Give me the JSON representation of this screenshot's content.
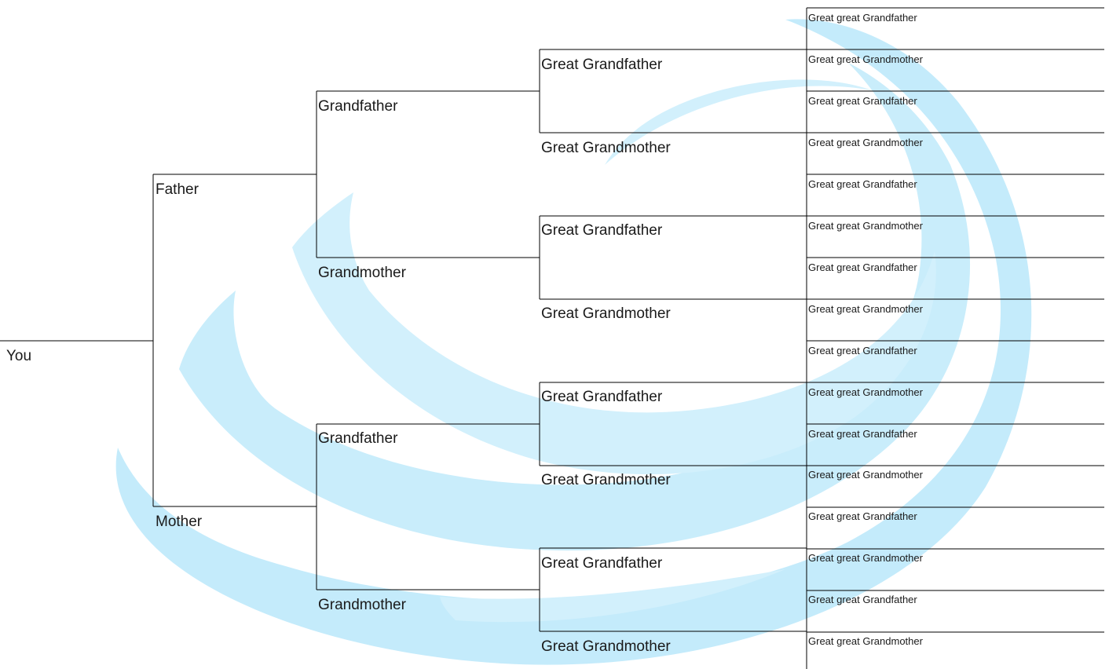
{
  "colors": {
    "line": "#000000",
    "watermark": "#bfe9fb",
    "text": "#1a1a1a"
  },
  "tree": {
    "you": "You",
    "parents": [
      "Father",
      "Mother"
    ],
    "grandparents": [
      "Grandfather",
      "Grandmother",
      "Grandfather",
      "Grandmother"
    ],
    "great_grandparents": [
      "Great Grandfather",
      "Great Grandmother",
      "Great Grandfather",
      "Great Grandmother",
      "Great Grandfather",
      "Great Grandmother",
      "Great Grandfather",
      "Great Grandmother"
    ],
    "great_great_grandparents": [
      "Great great Grandfather",
      "Great great Grandmother",
      "Great great Grandfather",
      "Great great Grandmother",
      "Great great Grandfather",
      "Great great Grandmother",
      "Great great Grandfather",
      "Great great Grandmother",
      "Great great Grandfather",
      "Great great Grandmother",
      "Great great Grandfather",
      "Great great Grandmother",
      "Great great Grandfather",
      "Great great Grandmother",
      "Great great Grandfather",
      "Great great Grandmother"
    ]
  }
}
